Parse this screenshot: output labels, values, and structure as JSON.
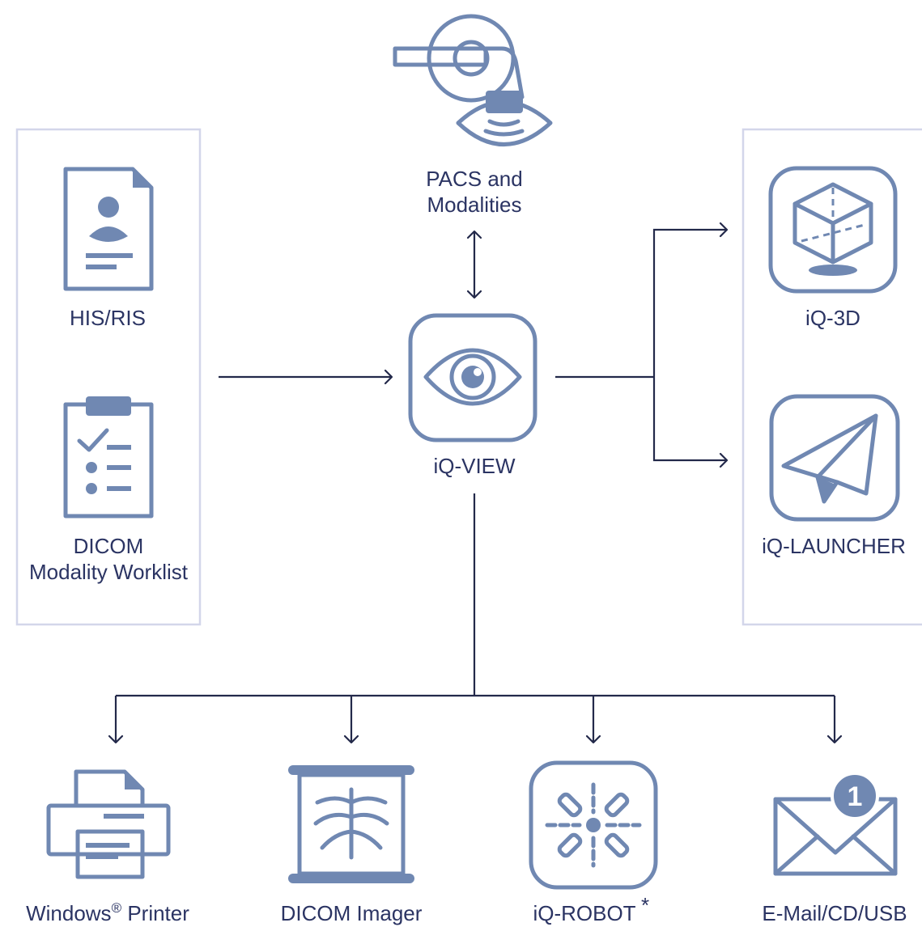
{
  "nodes": {
    "pacs": {
      "line1": "PACS and",
      "line2": "Modalities"
    },
    "his_ris": {
      "label": "HIS/RIS"
    },
    "worklist": {
      "line1": "DICOM",
      "line2": "Modality Worklist"
    },
    "iq_view": {
      "label": "iQ-VIEW"
    },
    "iq_3d": {
      "label": "iQ-3D"
    },
    "iq_launcher": {
      "label": "iQ-LAUNCHER"
    },
    "printer": {
      "label": "Windows",
      "sup": "®",
      "label_suffix": " Printer"
    },
    "imager": {
      "label": "DICOM Imager"
    },
    "robot": {
      "label": "iQ-ROBOT",
      "sup": "*"
    },
    "email": {
      "label": "E-Mail/CD/USB",
      "badge": "1"
    }
  },
  "colors": {
    "icon": "#7088b2",
    "connector": "#23294a",
    "panel_border": "#d3d6ea",
    "text": "#2b3463"
  }
}
